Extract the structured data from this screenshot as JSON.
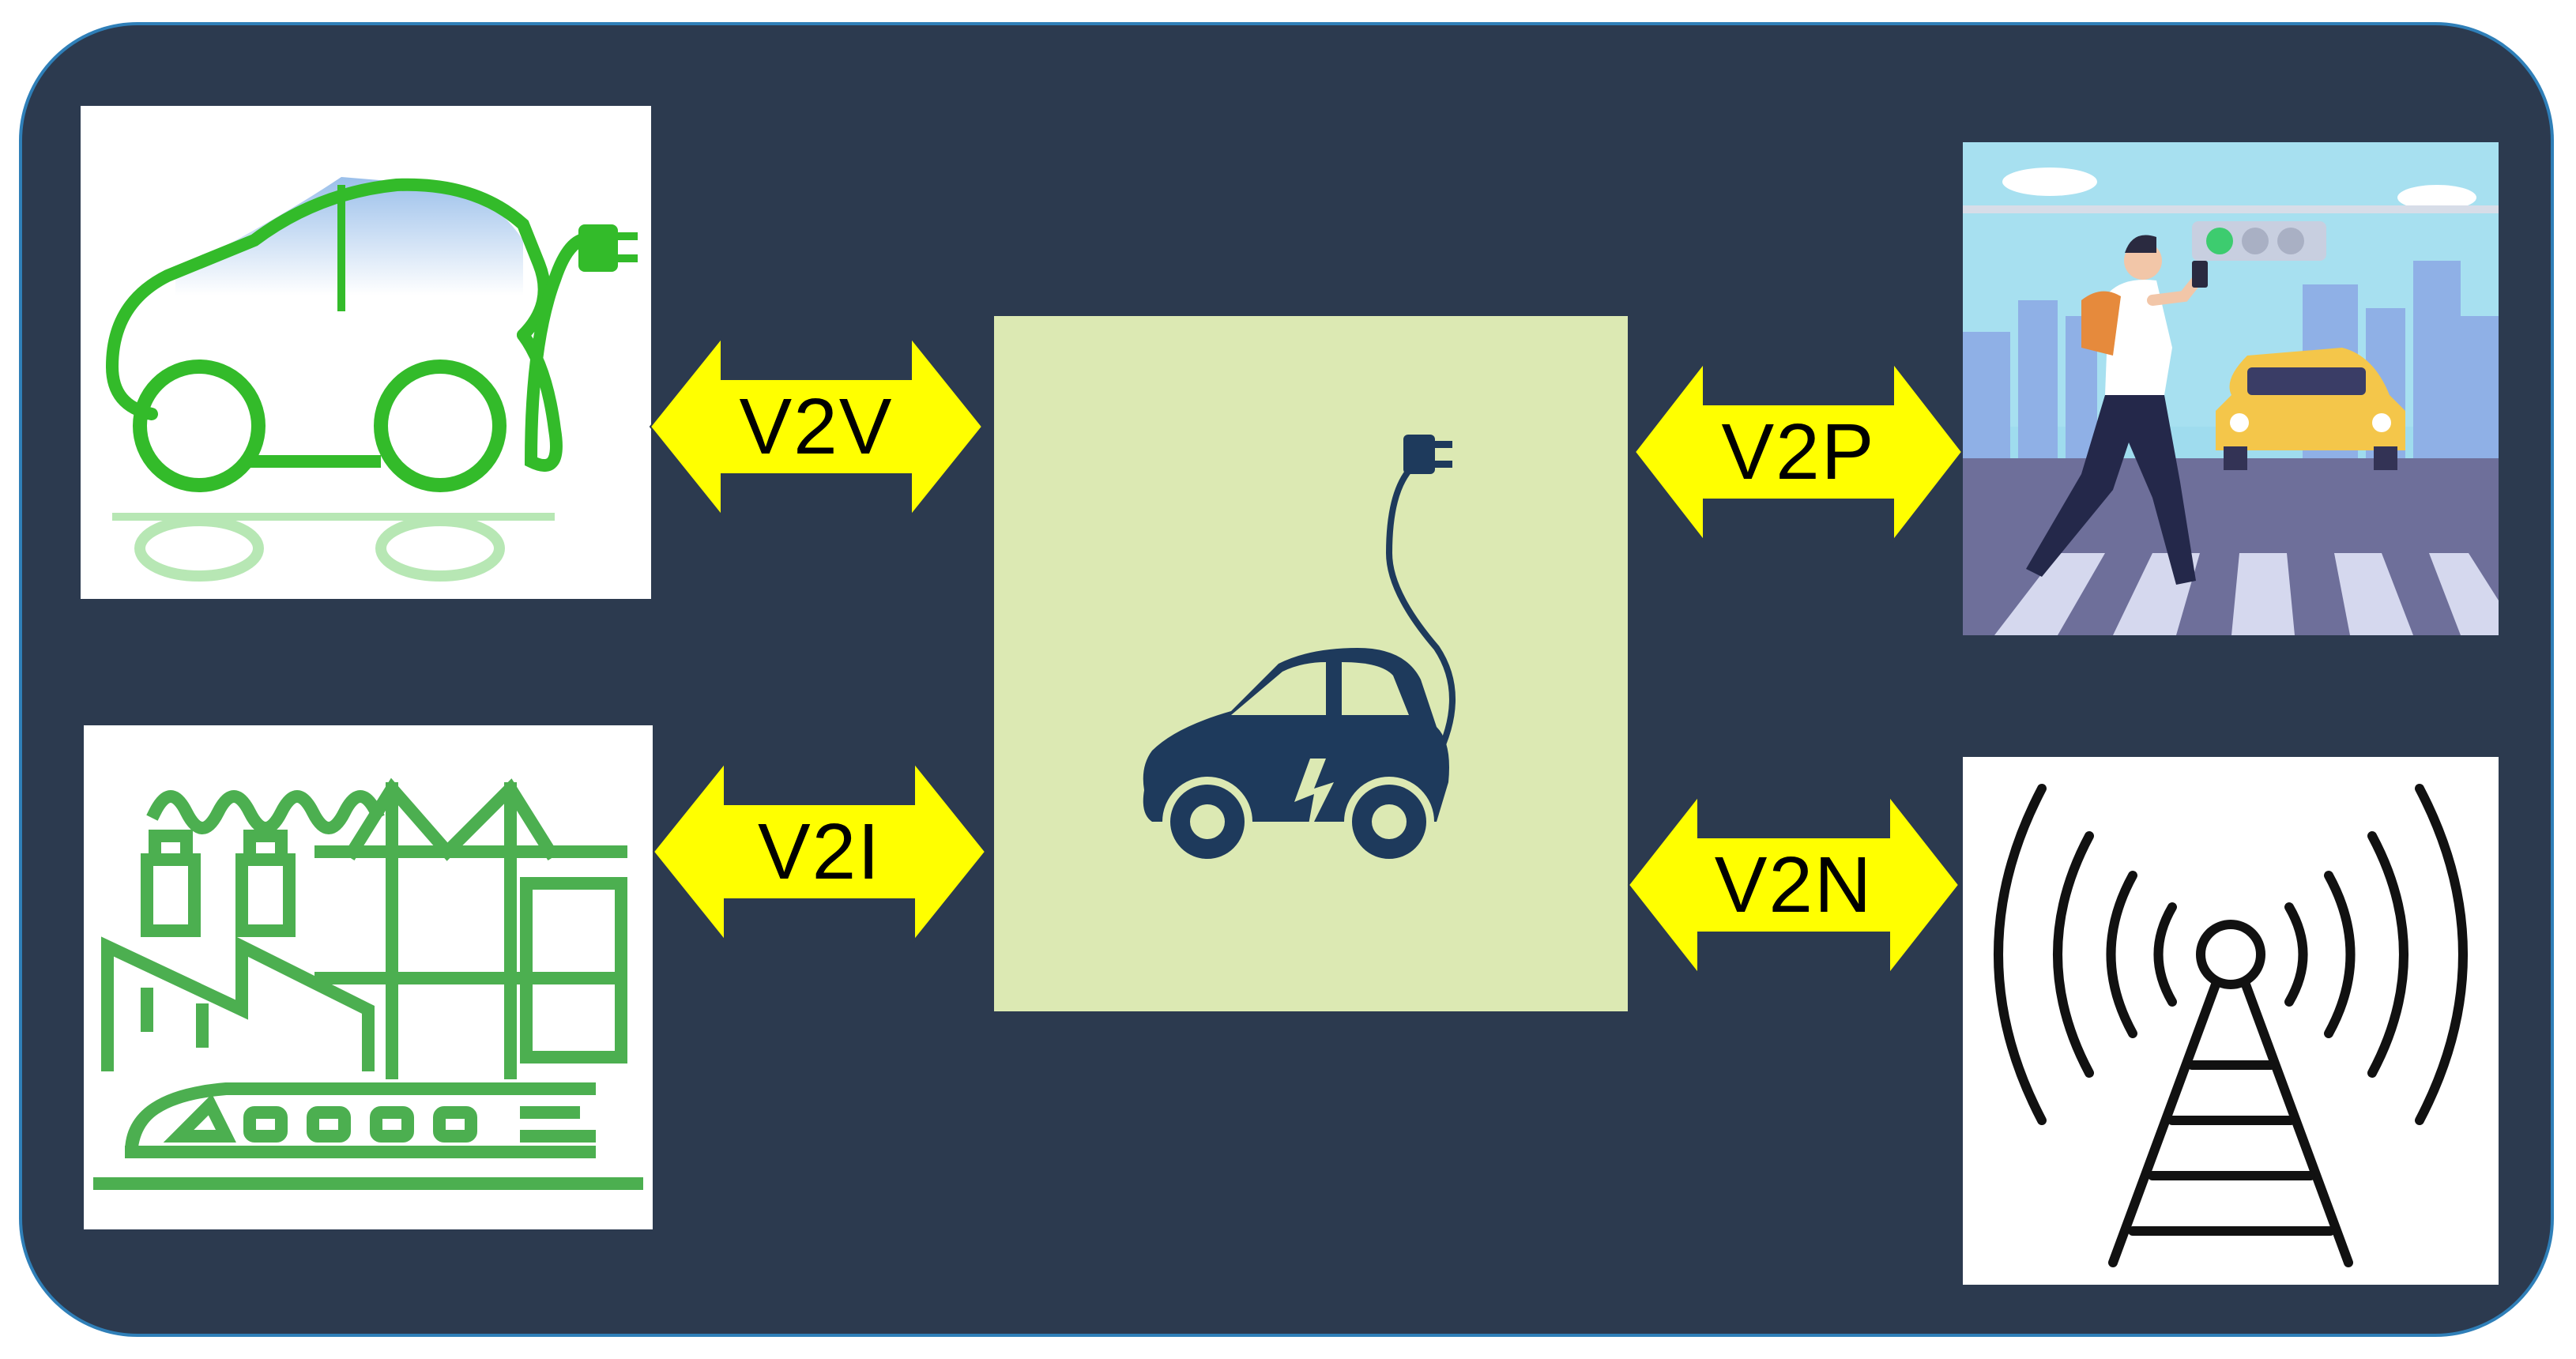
{
  "links": {
    "v2v": "V2V",
    "v2i": "V2I",
    "v2p": "V2P",
    "v2n": "V2N"
  },
  "icons": {
    "top_left": "ev-car-plug-icon",
    "bottom_left": "infrastructure-icon",
    "center": "ev-charging-car-icon",
    "top_right": "pedestrian-crossing-icon",
    "bottom_right": "cell-tower-icon"
  },
  "colors": {
    "background": "#2c3a4f",
    "border": "#2f7fb8",
    "arrow_fill": "#ffff00",
    "center_fill": "#dce9b3",
    "ev_green": "#33bb2a",
    "infra_green": "#4caf50",
    "center_car": "#1e3a5c"
  }
}
